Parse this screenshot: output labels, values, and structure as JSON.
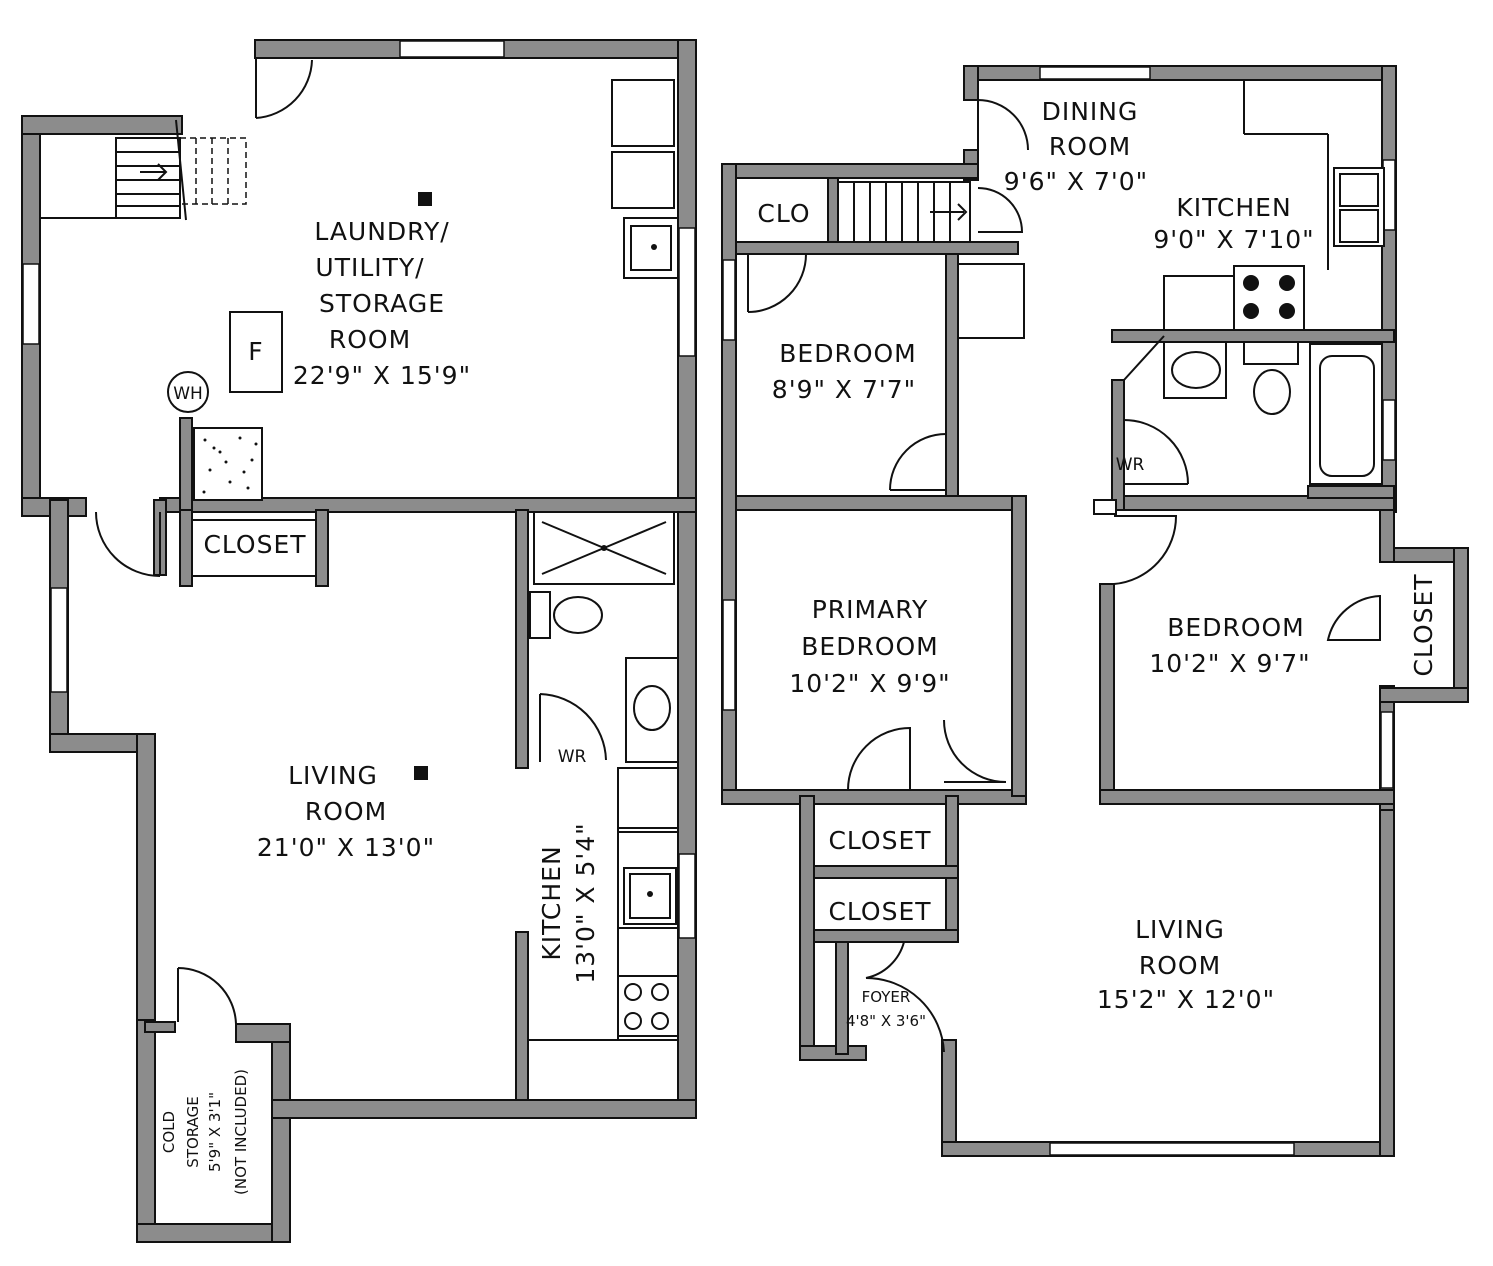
{
  "lower": {
    "laundry": {
      "l1": "LAUNDRY/",
      "l2": "UTILITY/",
      "l3": "STORAGE",
      "l4": "ROOM",
      "dim": "22'9\" X 15'9\""
    },
    "furnace": "F",
    "water_heater": "WH",
    "closet": "CLOSET",
    "living": {
      "l1": "LIVING",
      "l2": "ROOM",
      "dim": "21'0\" X 13'0\""
    },
    "wr": "WR",
    "kitchen": {
      "name": "KITCHEN",
      "dim": "13'0\" X 5'4\""
    },
    "cold_storage": {
      "l1": "COLD",
      "l2": "STORAGE",
      "l3": "5'9\" X 3'1\"",
      "l4": "(NOT INCLUDED)"
    }
  },
  "upper": {
    "dining": {
      "l1": "DINING",
      "l2": "ROOM",
      "dim": "9'6\" X 7'0\""
    },
    "kitchen": {
      "name": "KITCHEN",
      "dim": "9'0\" X 7'10\""
    },
    "clo": "CLO",
    "bedroom_a": {
      "name": "BEDROOM",
      "dim": "8'9\" X 7'7\""
    },
    "wr": "WR",
    "primary": {
      "l1": "PRIMARY",
      "l2": "BEDROOM",
      "dim": "10'2\" X 9'9\""
    },
    "bedroom_b": {
      "name": "BEDROOM",
      "dim": "10'2\" X 9'7\""
    },
    "closet_side": "CLOSET",
    "closet_1": "CLOSET",
    "closet_2": "CLOSET",
    "foyer": {
      "name": "FOYER",
      "dim": "4'8\" X 3'6\""
    },
    "living": {
      "l1": "LIVING",
      "l2": "ROOM",
      "dim": "15'2\" X 12'0\""
    }
  }
}
